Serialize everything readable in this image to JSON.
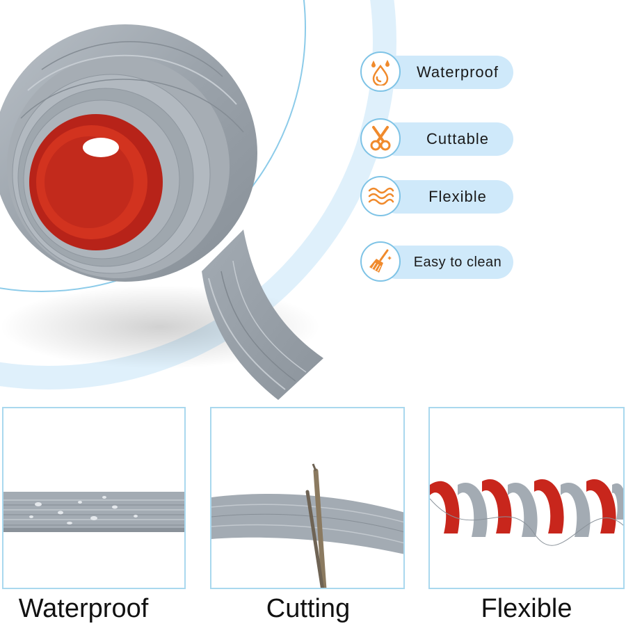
{
  "features": [
    {
      "label": "Waterproof",
      "icon": "water-drops-icon"
    },
    {
      "label": "Cuttable",
      "icon": "scissors-icon"
    },
    {
      "label": "Flexible",
      "icon": "waves-icon"
    },
    {
      "label": "Easy to clean",
      "icon": "broom-icon"
    }
  ],
  "panels": [
    {
      "caption": "Waterproof",
      "image": "waterproof-strip-image"
    },
    {
      "caption": "Cutting",
      "image": "cutting-strip-image"
    },
    {
      "caption": "Flexible",
      "image": "flexible-spiral-image"
    }
  ],
  "colors": {
    "accent_orange": "#f08a2c",
    "pill_blue": "#cfe9fa",
    "ring_blue": "#8ccbe9",
    "tape_grey": "#a7aeb5",
    "adhesive_red": "#c8261c"
  }
}
